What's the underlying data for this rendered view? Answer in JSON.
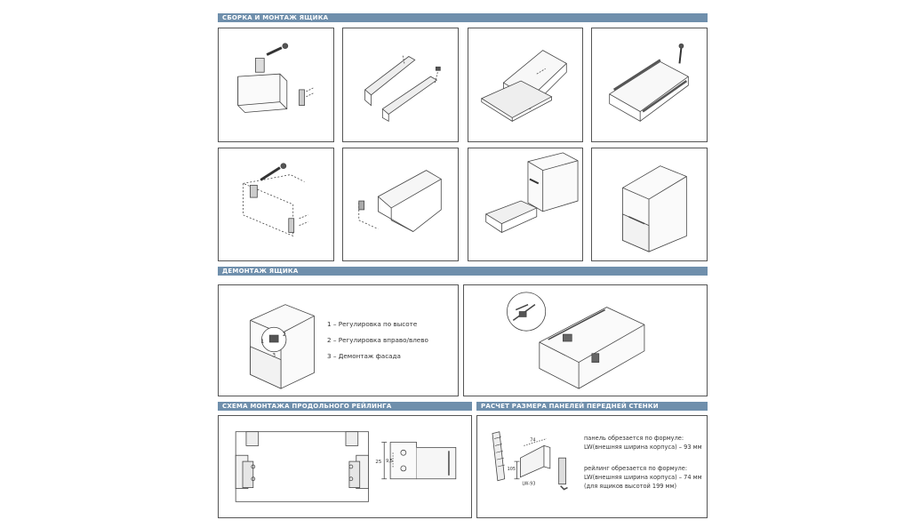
{
  "sections": {
    "assembly": "СБОРКА И МОНТАЖ ЯЩИКА",
    "disassembly": "ДЕМОНТАЖ ЯЩИКА",
    "railing": "СХЕМА МОНТАЖА ПРОДОЛЬНОГО РЕЙЛИНГА",
    "calc": "РАСЧЕТ РАЗМЕРА ПАНЕЛЕЙ ПЕРЕДНЕЙ СТЕНКИ"
  },
  "legend": [
    "1 – Регулировка по высоте",
    "2 – Регулировка вправо/влево",
    "3 – Демонтаж фасада"
  ],
  "callout_numbers": [
    "1",
    "2",
    "3"
  ],
  "railing_dims": {
    "height": "25",
    "offset": "9,5"
  },
  "calc_dims": {
    "top": "74",
    "side": "105",
    "bottom": "LW-93"
  },
  "formula": {
    "line1": "панель обрезается по формуле:",
    "line2": "LW(внешняя ширина корпуса) – 93 мм",
    "line3": "рейлинг обрезается по формуле:",
    "line4": "LW(внешняя ширина корпуса) – 74 мм",
    "line5": "(для ящиков высотой 199 мм)"
  },
  "colors": {
    "header_bar": "#6f8fac",
    "line": "#444444",
    "border": "#555555"
  }
}
